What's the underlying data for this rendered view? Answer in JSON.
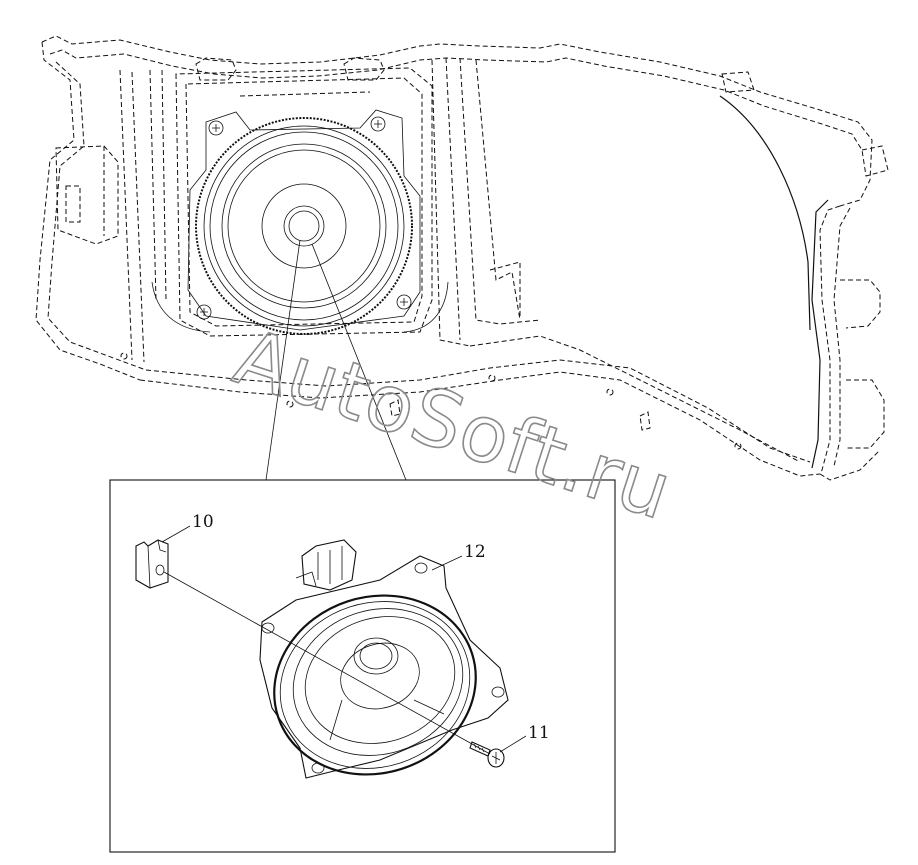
{
  "callouts": [
    {
      "id": "10",
      "label": "10"
    },
    {
      "id": "11",
      "label": "11"
    },
    {
      "id": "12",
      "label": "12"
    }
  ],
  "watermark": "AutoSoft.ru"
}
